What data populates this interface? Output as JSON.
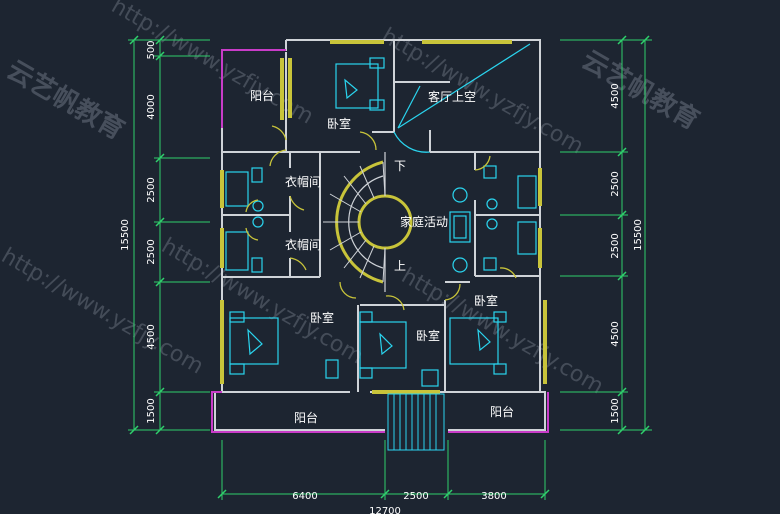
{
  "colors": {
    "background": "#1d2531",
    "wall": "#cfd3d8",
    "window": "#c8c43a",
    "balcony": "#c83cc8",
    "fixture": "#2ad4ee",
    "dimension": "#2fd06c",
    "text": "#ffffff",
    "watermark": "#6b7380"
  },
  "rooms": {
    "balcony_top": "阳台",
    "bedroom_top": "卧室",
    "living_void": "客厅上空",
    "cloakroom_1": "衣帽间",
    "cloakroom_2": "衣帽间",
    "family_activity": "家庭活动",
    "stair_down": "下",
    "stair_up": "上",
    "bedroom_left": "卧室",
    "bedroom_middle": "卧室",
    "bedroom_right": "卧室",
    "balcony_bottom_left": "阳台",
    "balcony_bottom_right": "阳台"
  },
  "dimensions": {
    "left_segments": [
      "500",
      "4000",
      "2500",
      "2500",
      "4500",
      "1500"
    ],
    "left_total": "15500",
    "right_segments": [
      "4500",
      "2500",
      "2500",
      "4500",
      "1500"
    ],
    "right_total": "15500",
    "bottom_segments": [
      "6400",
      "2500",
      "3800"
    ],
    "bottom_total": "12700"
  },
  "watermarks": {
    "brand": "云艺帆教育",
    "url": "http://www.yzfjy.com"
  }
}
